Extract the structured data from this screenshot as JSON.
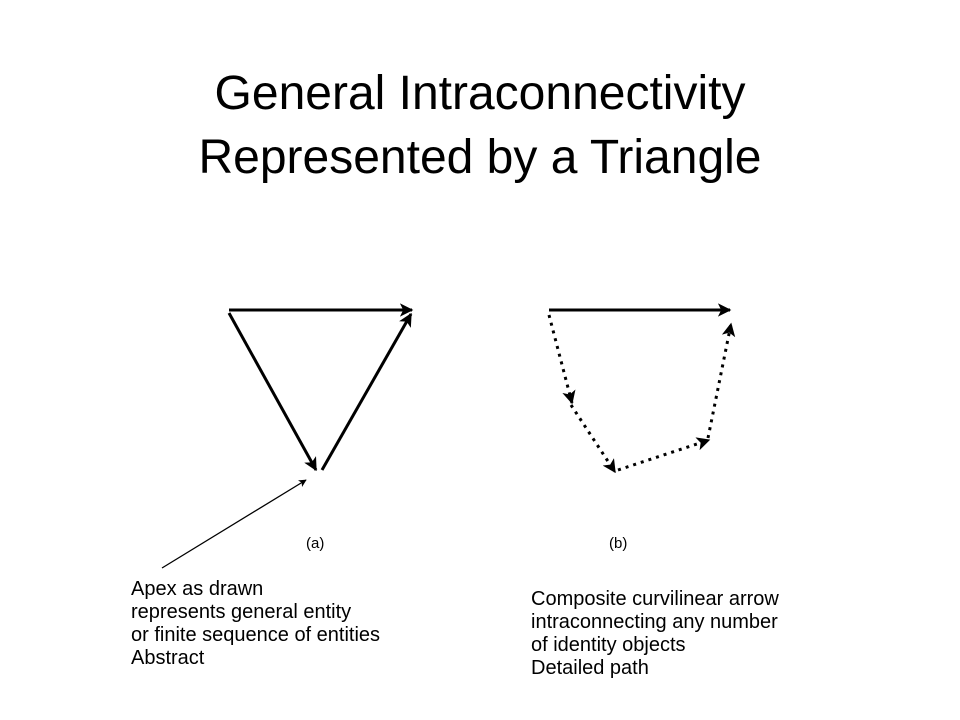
{
  "title": {
    "line1": "General Intraconnectivity",
    "line2": "Represented by a Triangle"
  },
  "diagram_a": {
    "label": "(a)",
    "caption": [
      "Apex as drawn",
      "represents general entity",
      "or finite sequence of entities",
      "Abstract"
    ]
  },
  "diagram_b": {
    "label": "(b)",
    "caption": [
      "Composite curvilinear arrow",
      "intraconnecting any number",
      "of identity objects",
      "Detailed path"
    ]
  },
  "colors": {
    "background": "#ffffff",
    "ink": "#000000"
  }
}
